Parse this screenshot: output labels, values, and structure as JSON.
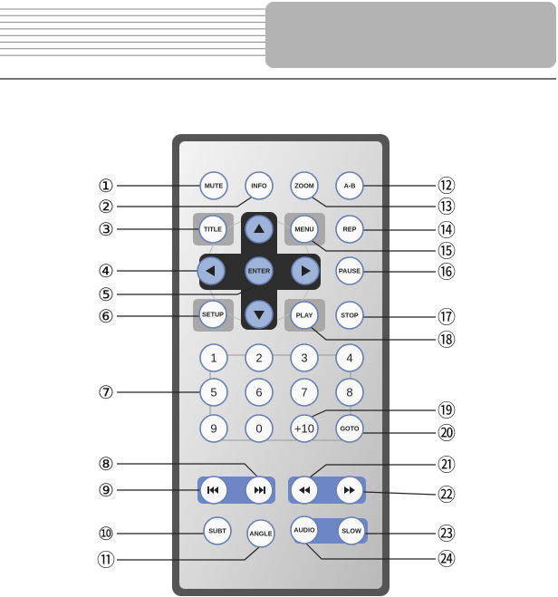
{
  "colors": {
    "header_box": "#b3b3b3",
    "header_lines": "#888888",
    "remote_outer": "#555555",
    "remote_face": "#d8d8d8",
    "button_white": "#fafafa",
    "button_blue": "#9db3d9",
    "button_ring": "#6a7fb3",
    "dpad_dark": "#2d2d2d",
    "enter_pad_gray": "#a8a8a8",
    "transport_bar": "#6c86c6",
    "callout_line": "#222222"
  },
  "buttons": {
    "mute": "MUTE",
    "info": "INFO",
    "zoom": "ZOOM",
    "ab": "A-B",
    "title": "TITLE",
    "menu": "MENU",
    "rep": "REP",
    "enter": "ENTER",
    "pause": "PAUSE",
    "setup": "SETUP",
    "play": "PLAY",
    "stop": "STOP",
    "d1": "1",
    "d2": "2",
    "d3": "3",
    "d4": "4",
    "d5": "5",
    "d6": "6",
    "d7": "7",
    "d8": "8",
    "d9": "9",
    "d0": "0",
    "plus10": "+10",
    "goto": "GOTO",
    "prev": "",
    "next": "",
    "rew": "",
    "ffwd": "",
    "subt": "SUBT",
    "angle": "ANGLE",
    "audio": "AUDIO",
    "slow": "SLOW",
    "up": "",
    "down": "",
    "left": "",
    "right": ""
  },
  "callouts": [
    {
      "label": "①",
      "target": "mute"
    },
    {
      "label": "②",
      "target": "info"
    },
    {
      "label": "③",
      "target": "title"
    },
    {
      "label": "④",
      "target": "left"
    },
    {
      "label": "⑤",
      "target": "enter"
    },
    {
      "label": "⑥",
      "target": "setup"
    },
    {
      "label": "⑦",
      "target": "d5"
    },
    {
      "label": "⑧",
      "target": "next"
    },
    {
      "label": "⑨",
      "target": "prev"
    },
    {
      "label": "⑩",
      "target": "subt"
    },
    {
      "label": "⑪",
      "target": "angle"
    },
    {
      "label": "⑫",
      "target": "ab"
    },
    {
      "label": "⑬",
      "target": "zoom"
    },
    {
      "label": "⑭",
      "target": "rep"
    },
    {
      "label": "⑮",
      "target": "menu"
    },
    {
      "label": "⑯",
      "target": "pause"
    },
    {
      "label": "⑰",
      "target": "stop"
    },
    {
      "label": "⑱",
      "target": "play"
    },
    {
      "label": "⑲",
      "target": "plus10"
    },
    {
      "label": "⑳",
      "target": "goto"
    },
    {
      "label": "㉑",
      "target": "rew"
    },
    {
      "label": "㉒",
      "target": "ffwd"
    },
    {
      "label": "㉓",
      "target": "slow"
    },
    {
      "label": "㉔",
      "target": "audio"
    }
  ]
}
